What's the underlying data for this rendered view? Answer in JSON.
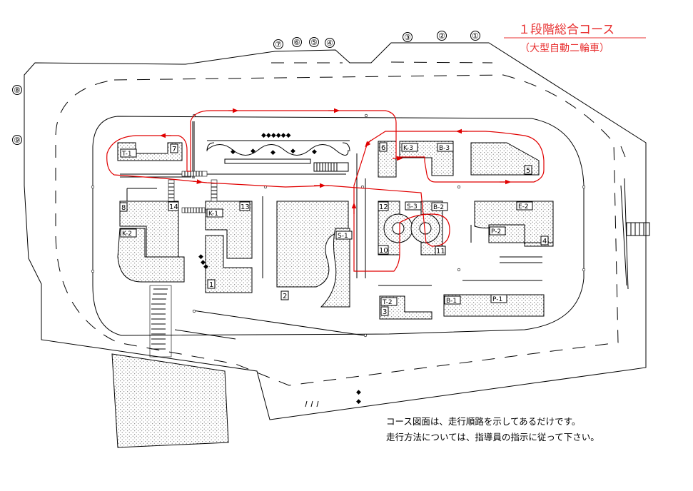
{
  "title": "１段階総合コース",
  "subtitle": "（大型自動二輪車）",
  "notes": [
    "コース図面は、走行順路を示してあるだけです。",
    "走行方法については、指導員の指示に従って下さい。"
  ],
  "start_points": [
    "①",
    "②",
    "③",
    "④",
    "⑤",
    "⑥",
    "⑦",
    "⑧",
    "⑨"
  ],
  "sections": {
    "T1": "T-1",
    "T2": "T-2",
    "K1": "K-1",
    "K2": "K-2",
    "K3": "K-3",
    "B1": "B-1",
    "B2": "B-2",
    "B3": "B-3",
    "S1": "S-1",
    "S3": "S-3",
    "E2": "E-2",
    "P1": "P-1",
    "P2": "P-2"
  },
  "points": [
    "1",
    "2",
    "3",
    "4",
    "5",
    "6",
    "7",
    "8",
    "10",
    "11",
    "12",
    "13",
    "14"
  ],
  "colors": {
    "route": "#e00000",
    "title": "#e83030",
    "ink": "#000000"
  }
}
